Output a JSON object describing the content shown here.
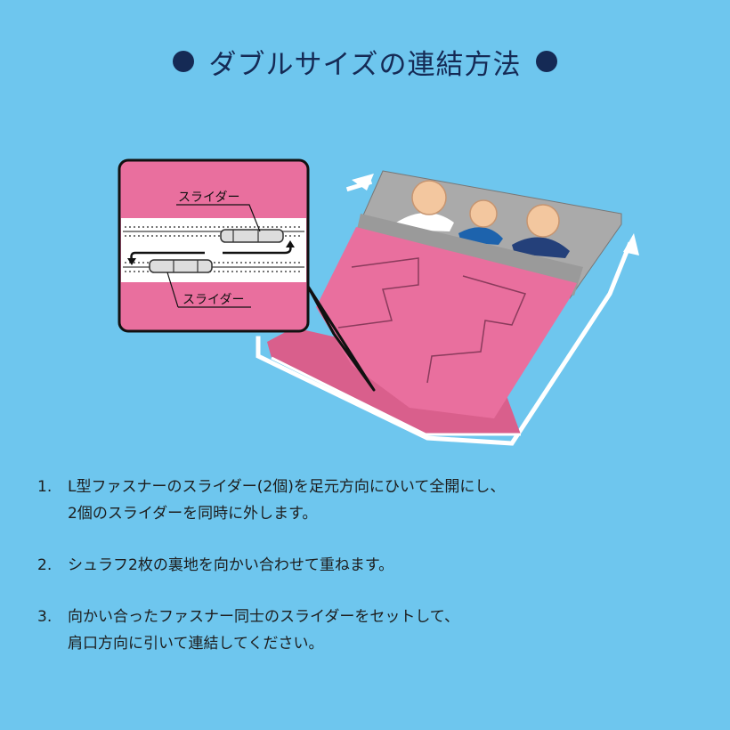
{
  "heading": {
    "text": "ダブルサイズの連結方法"
  },
  "callout": {
    "slider_top_label": "スライダー",
    "slider_bottom_label": "スライダー"
  },
  "steps": [
    {
      "number": "1.",
      "line1": "L型ファスナーのスライダー(2個)を足元方向にひいて全開にし、",
      "line2": "2個のスライダーを同時に外します。"
    },
    {
      "number": "2.",
      "line1": "シュラフ2枚の裏地を向かい合わせて重ねます。"
    },
    {
      "number": "3.",
      "line1": "向かい合ったファスナー同士のスライダーをセットして、",
      "line2": "肩口方向に引いて連結してください。"
    }
  ],
  "colors": {
    "background": "#6ec6ee",
    "bag_pink": "#e96f9e",
    "heading_navy": "#152a55",
    "pillow_gray": "#a8a8a8"
  },
  "icons": [
    "bullet-dot",
    "zipper-slider",
    "person-head",
    "direction-arrow"
  ]
}
